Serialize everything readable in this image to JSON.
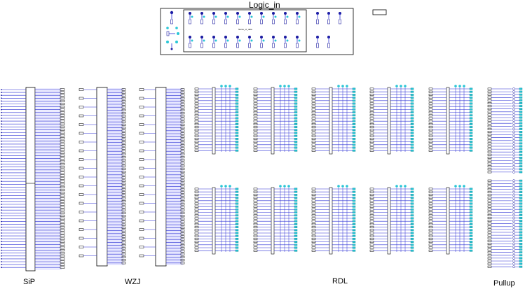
{
  "title": "Logic_in",
  "logic_box_caption": "Name_of_data",
  "sections": {
    "sip": "SiP",
    "wzj": "WZJ",
    "rdl": "RDL",
    "pullup": "Pullup"
  },
  "colors": {
    "wire": "#2a2fd4",
    "pin": "#1a1aa0",
    "pin_cyan": "#29c6d6",
    "outline": "#000000",
    "highlight": "#c8c8ff"
  }
}
